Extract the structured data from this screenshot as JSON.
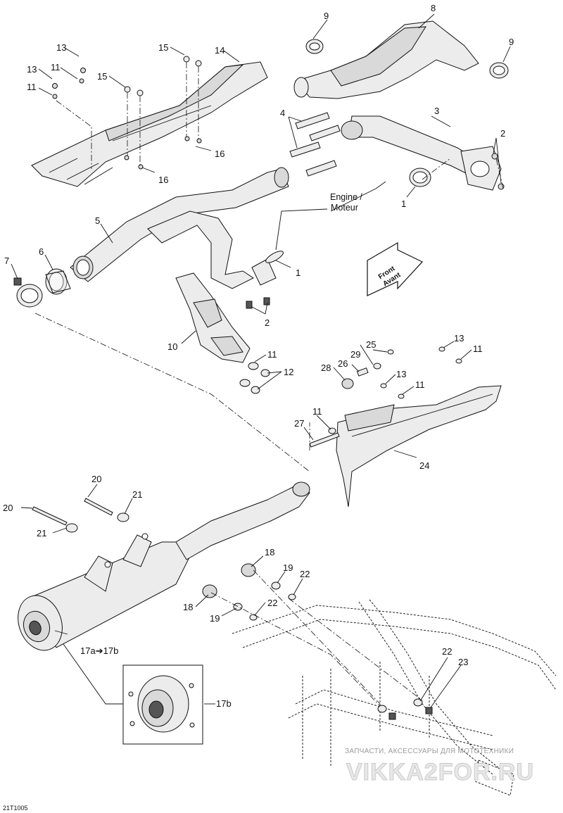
{
  "labels": {
    "n1a": "1",
    "n1b": "1",
    "n2a": "2",
    "n2b": "2",
    "n3": "3",
    "n4": "4",
    "n5": "5",
    "n6": "6",
    "n7": "7",
    "n8": "8",
    "n9a": "9",
    "n9b": "9",
    "n10": "10",
    "n11a": "11",
    "n11b": "11",
    "n11c": "11",
    "n11d": "11",
    "n11e": "11",
    "n11f": "11",
    "n12": "12",
    "n13a": "13",
    "n13b": "13",
    "n13c": "13",
    "n13d": "13",
    "n14": "14",
    "n15a": "15",
    "n15b": "15",
    "n16a": "16",
    "n16b": "16",
    "n17a": "17a",
    "n17b_first": "17b",
    "n17b": "17b",
    "n18a": "18",
    "n18b": "18",
    "n19a": "19",
    "n19b": "19",
    "n20a": "20",
    "n20b": "20",
    "n21a": "21",
    "n21b": "21",
    "n22a": "22",
    "n22b": "22",
    "n22c": "22",
    "n23": "23",
    "n24": "24",
    "n25": "25",
    "n26": "26",
    "n27": "27",
    "n28": "28",
    "n29": "29",
    "engine_line1": "Engine /",
    "engine_line2": "Moteur",
    "front_line1": "Front",
    "front_line2": "Avant",
    "arrow_17": "➔",
    "diagram_code": "21T1005",
    "watermark_small": "ЗАПЧАСТИ, АКСЕССУАРЫ ДЛЯ МОТОТЕХНИКИ",
    "watermark_big": "VIKKA2FOR.RU"
  }
}
